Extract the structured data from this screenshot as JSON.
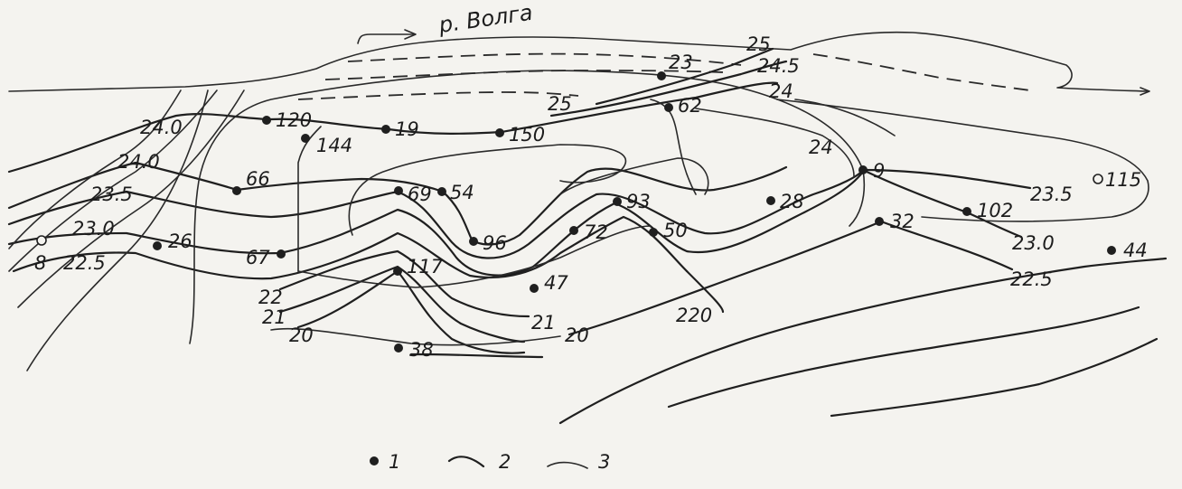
{
  "river": {
    "name": "р. Волга"
  },
  "wells": [
    {
      "id": "120",
      "type": "filled"
    },
    {
      "id": "144",
      "type": "filled"
    },
    {
      "id": "19",
      "type": "filled"
    },
    {
      "id": "150",
      "type": "filled"
    },
    {
      "id": "23",
      "type": "filled"
    },
    {
      "id": "62",
      "type": "filled"
    },
    {
      "id": "66",
      "type": "filled"
    },
    {
      "id": "69",
      "type": "filled"
    },
    {
      "id": "54",
      "type": "filled"
    },
    {
      "id": "96",
      "type": "filled"
    },
    {
      "id": "93",
      "type": "filled"
    },
    {
      "id": "72",
      "type": "filled"
    },
    {
      "id": "50",
      "type": "filled"
    },
    {
      "id": "28",
      "type": "filled"
    },
    {
      "id": "9",
      "type": "filled"
    },
    {
      "id": "102",
      "type": "filled"
    },
    {
      "id": "115",
      "type": "open"
    },
    {
      "id": "32",
      "type": "filled"
    },
    {
      "id": "44",
      "type": "filled"
    },
    {
      "id": "26",
      "type": "filled"
    },
    {
      "id": "67",
      "type": "filled"
    },
    {
      "id": "117",
      "type": "filled"
    },
    {
      "id": "47",
      "type": "filled"
    },
    {
      "id": "38",
      "type": "filled"
    },
    {
      "id": "8",
      "type": "open"
    },
    {
      "id": "220",
      "type": "none"
    }
  ],
  "contour_labels": [
    "25",
    "24.5",
    "24",
    "25",
    "24.0",
    "24.0",
    "23.5",
    "23.0",
    "22.5",
    "24",
    "23.5",
    "23.0",
    "22.5",
    "22",
    "21",
    "20",
    "21",
    "20"
  ],
  "legend": [
    {
      "key": "1",
      "symbol": "well-dot"
    },
    {
      "key": "2",
      "symbol": "thick-curve"
    },
    {
      "key": "3",
      "symbol": "thin-curve"
    }
  ]
}
